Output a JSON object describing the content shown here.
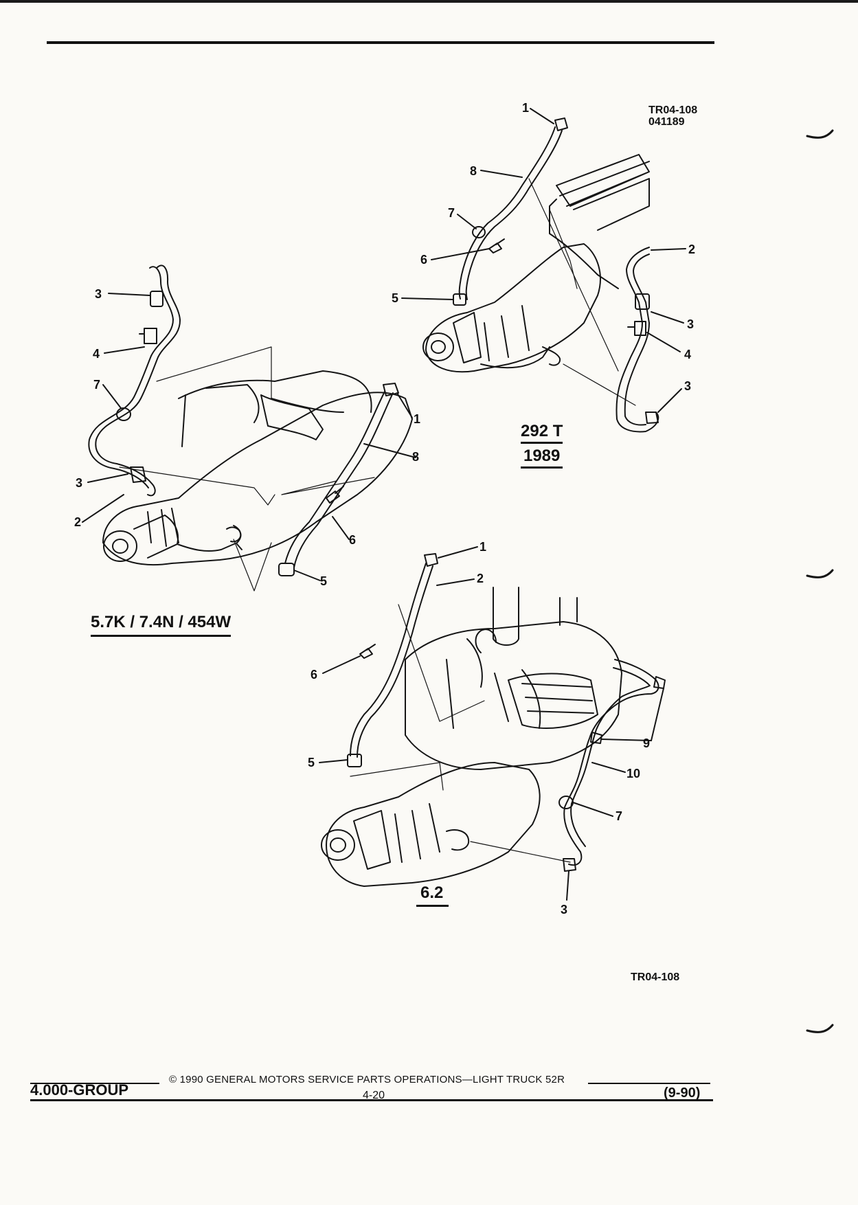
{
  "drawing_codes": {
    "top": [
      "TR04-108",
      "041189"
    ],
    "bottom": "TR04-108"
  },
  "diagrams": [
    {
      "label": "5.7K / 7.4N / 454W",
      "callouts": [
        "3",
        "4",
        "7",
        "3",
        "2",
        "1",
        "8",
        "6",
        "5"
      ]
    },
    {
      "label_line1": "292 T",
      "label_line2": "1989",
      "callouts": [
        "1",
        "8",
        "7",
        "6",
        "5",
        "2",
        "3",
        "4",
        "3"
      ]
    },
    {
      "label": "6.2",
      "callouts": [
        "1",
        "2",
        "6",
        "5",
        "9",
        "10",
        "7",
        "3"
      ]
    }
  ],
  "footer": {
    "group": "4.000-GROUP",
    "copyright": "© 1990 GENERAL MOTORS SERVICE PARTS OPERATIONS—LIGHT TRUCK 52R",
    "page": "4-20",
    "date": "(9-90)"
  }
}
